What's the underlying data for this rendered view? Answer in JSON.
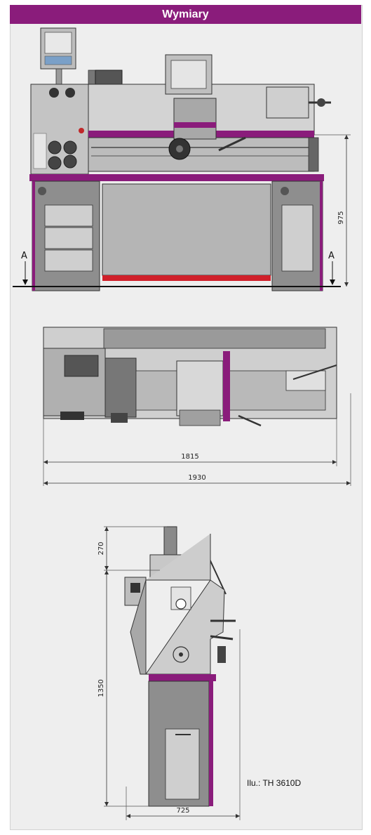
{
  "header": {
    "title": "Wymiary"
  },
  "views": {
    "front": {
      "height_dim": "975",
      "section_left": "A",
      "section_right": "A"
    },
    "top": {
      "inner_length": "1815",
      "overall_length": "1930"
    },
    "side": {
      "top_dim": "270",
      "height_dim": "1350",
      "width_dim": "725"
    }
  },
  "caption": "Ilu.: TH 3610D",
  "colors": {
    "accent": "#8a1c7b",
    "red_bar": "#d0202a",
    "machine_gray": "#9a9a9a"
  }
}
